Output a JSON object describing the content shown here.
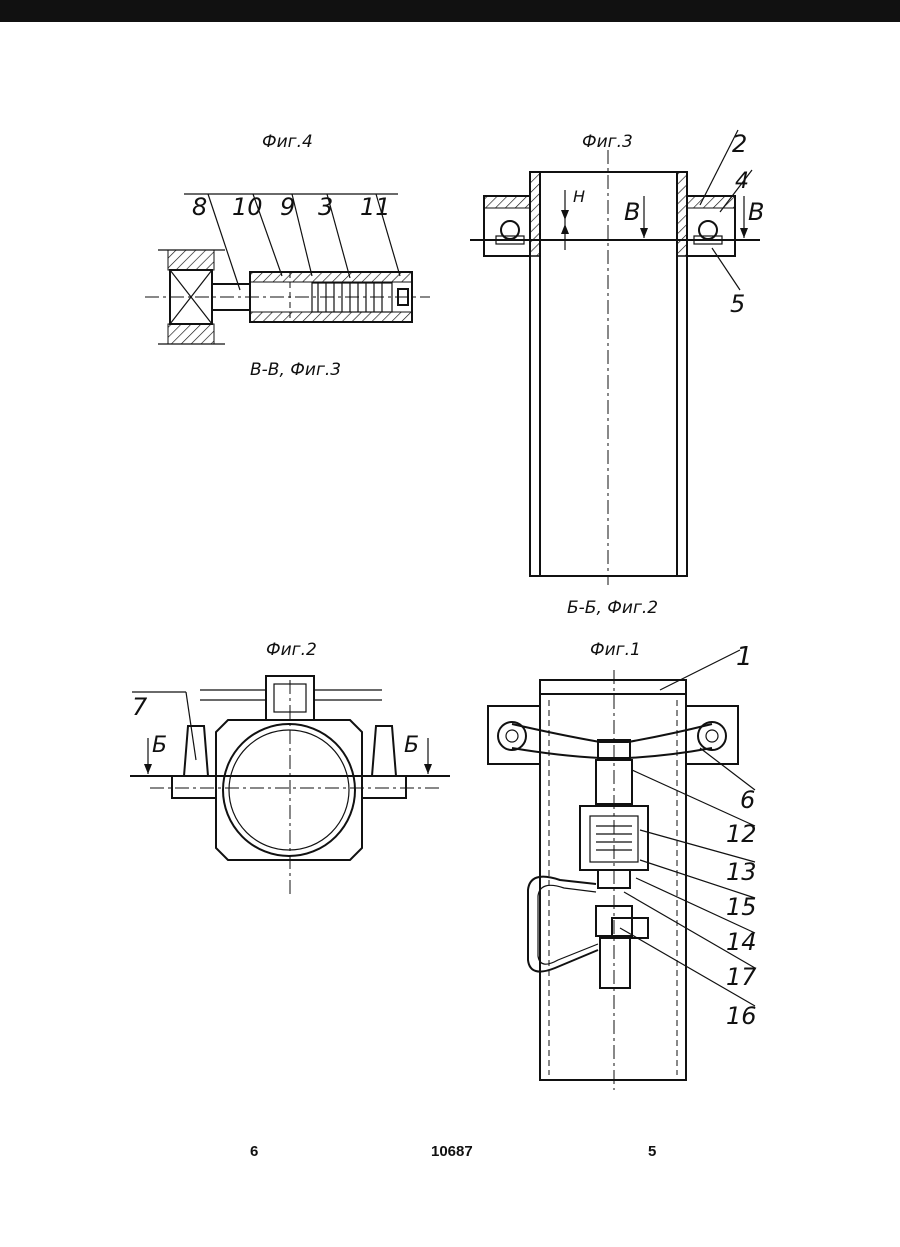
{
  "figures": {
    "fig4": {
      "title": "Фиг.4",
      "section": "В-В, Фиг.3",
      "labels": [
        "8",
        "10",
        "9",
        "3",
        "11"
      ]
    },
    "fig3": {
      "title": "Фиг.3",
      "section": "Б-Б, Фиг.2",
      "labels": [
        "2",
        "4",
        "5"
      ],
      "section_marks": [
        "В",
        "В"
      ],
      "dimension": "H"
    },
    "fig2": {
      "title": "Фиг.2",
      "labels": [
        "7"
      ],
      "section_marks": [
        "Б",
        "Б"
      ]
    },
    "fig1": {
      "title": "Фиг.1",
      "labels": [
        "1",
        "6",
        "12",
        "13",
        "15",
        "14",
        "17",
        "16"
      ]
    }
  },
  "footer": {
    "page_left": "5",
    "doc_number": "10687",
    "page_right": "6"
  }
}
